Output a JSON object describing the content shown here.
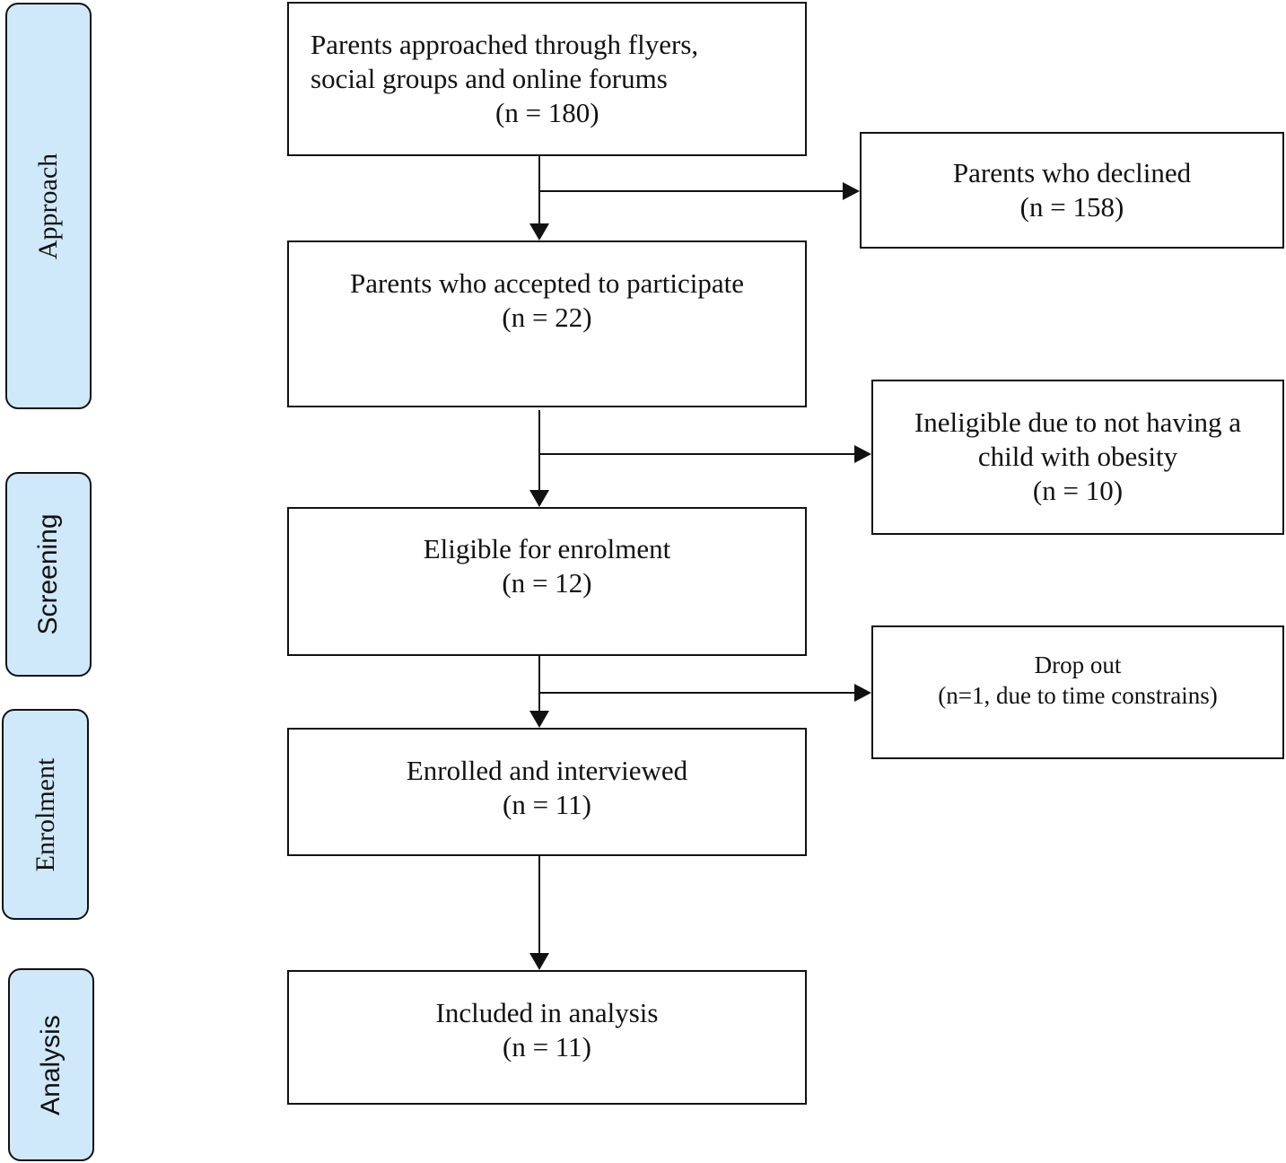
{
  "stages": [
    {
      "id": "approach",
      "label": "Approach"
    },
    {
      "id": "screening",
      "label": "Screening"
    },
    {
      "id": "enrolment",
      "label": "Enrolment"
    },
    {
      "id": "analysis",
      "label": "Analysis"
    }
  ],
  "main_boxes": {
    "approached": {
      "line1": "Parents approached through flyers,",
      "line2": "social groups and online forums",
      "count": "(n = 180)"
    },
    "accepted": {
      "line1": "Parents who accepted to participate",
      "count": "(n = 22)"
    },
    "eligible": {
      "line1": "Eligible for enrolment",
      "count": "(n = 12)"
    },
    "enrolled": {
      "line1": "Enrolled and interviewed",
      "count": "(n = 11)"
    },
    "analysis": {
      "line1": "Included in analysis",
      "count": "(n = 11)"
    }
  },
  "side_boxes": {
    "declined": {
      "line1": "Parents who declined",
      "count": "(n = 158)"
    },
    "ineligible": {
      "line1": "Ineligible due to not having a",
      "line2": "child with obesity",
      "count": "(n = 10)"
    },
    "dropout": {
      "line1": "Drop out",
      "line2": "(n=1, due to time constrains)"
    }
  },
  "colors": {
    "stage_fill": "#cfe8fa",
    "stroke": "#111111",
    "background": "#ffffff"
  }
}
